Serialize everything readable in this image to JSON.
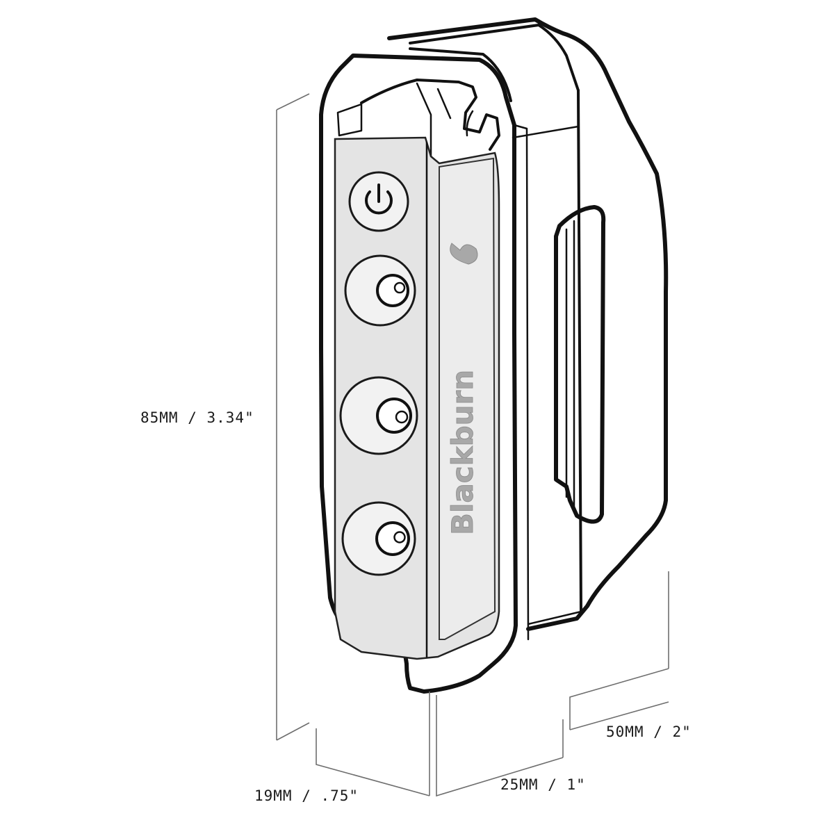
{
  "brand": {
    "logo_text": "Blackburn",
    "logo_color": "#a8a8a8"
  },
  "dimensions": {
    "height_label": "85MM / 3.34\"",
    "width_label": "19MM / .75\"",
    "depth_label": "25MM / 1\"",
    "mount_label": "50MM / 2\""
  },
  "controls": {
    "power_icon": "power-icon",
    "buttons": [
      "button-1",
      "button-2",
      "button-3"
    ]
  },
  "colors": {
    "ink": "#111111",
    "panel": "#e4e4e4",
    "dimension_line": "#6e6e6e"
  }
}
